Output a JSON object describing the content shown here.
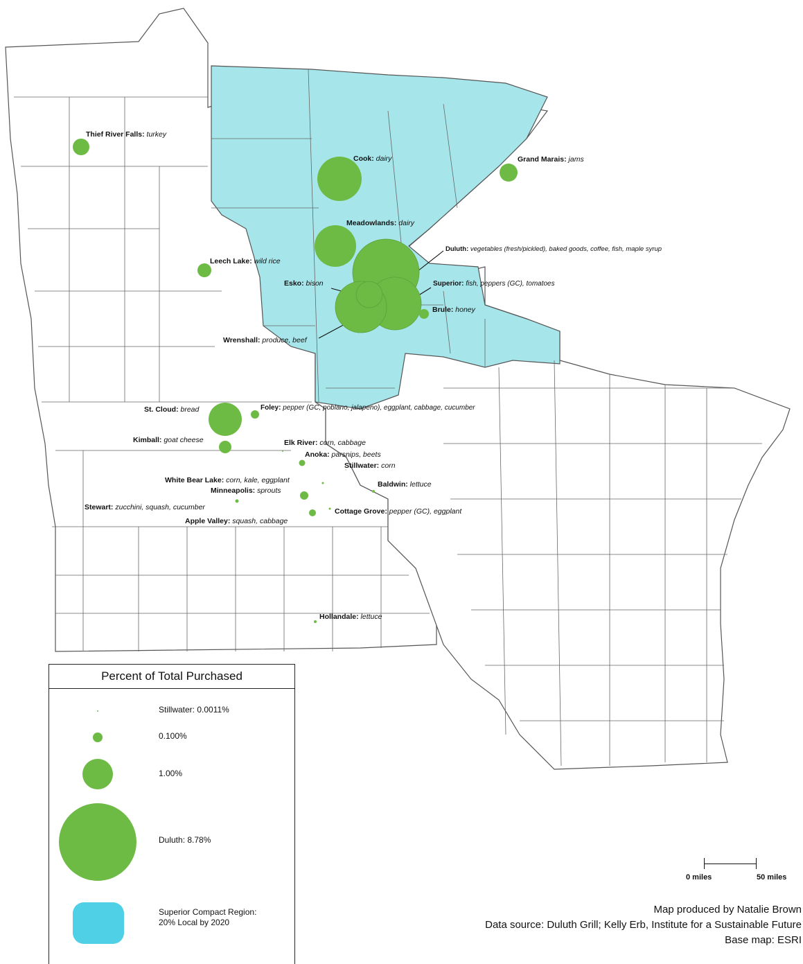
{
  "labels": {
    "thief_river_falls": {
      "name": "Thief River Falls:",
      "products": "turkey"
    },
    "cook": {
      "name": "Cook:",
      "products": "dairy"
    },
    "grand_marais": {
      "name": "Grand Marais:",
      "products": "jams"
    },
    "meadowlands": {
      "name": "Meadowlands:",
      "products": "dairy"
    },
    "duluth": {
      "name": "Duluth:",
      "products": "vegetables (fresh/pickled), baked goods, coffee, fish, maple syrup"
    },
    "leech_lake": {
      "name": "Leech Lake:",
      "products": "wild rice"
    },
    "esko": {
      "name": "Esko:",
      "products": "bison"
    },
    "superior": {
      "name": "Superior:",
      "products": "fish, peppers (GC), tomatoes"
    },
    "brule": {
      "name": "Brule:",
      "products": "honey"
    },
    "wrenshall": {
      "name": "Wrenshall:",
      "products": "produce, beef"
    },
    "st_cloud": {
      "name": "St. Cloud:",
      "products": "bread"
    },
    "foley": {
      "name": "Foley:",
      "products": "pepper (GC, poblano, jalapeno), eggplant, cabbage, cucumber"
    },
    "kimball": {
      "name": "Kimball:",
      "products": "goat cheese"
    },
    "elk_river": {
      "name": "Elk River:",
      "products": "corn, cabbage"
    },
    "anoka": {
      "name": "Anoka:",
      "products": "parsnips, beets"
    },
    "stillwater": {
      "name": "Stillwater:",
      "products": "corn"
    },
    "white_bear_lake": {
      "name": "White Bear Lake:",
      "products": "corn, kale, eggplant"
    },
    "baldwin": {
      "name": "Baldwin:",
      "products": "lettuce"
    },
    "minneapolis": {
      "name": "Minneapolis:",
      "products": "sprouts"
    },
    "stewart": {
      "name": "Stewart:",
      "products": "zucchini, squash, cucumber"
    },
    "cottage_grove": {
      "name": "Cottage Grove:",
      "products": "pepper (GC), eggplant"
    },
    "apple_valley": {
      "name": "Apple Valley:",
      "products": "squash, cabbage"
    },
    "hollandale": {
      "name": "Hollandale:",
      "products": "lettuce"
    }
  },
  "legend": {
    "title": "Percent of Total Purchased",
    "items": [
      {
        "label": "Stillwater: 0.0011%",
        "percent": 0.0011
      },
      {
        "label": "0.100%",
        "percent": 0.1
      },
      {
        "label": "1.00%",
        "percent": 1.0
      },
      {
        "label": "Duluth: 8.78%",
        "percent": 8.78
      }
    ],
    "region_line1": "Superior Compact Region:",
    "region_line2": "20% Local by 2020"
  },
  "scale": {
    "left": "0 miles",
    "right": "50 miles"
  },
  "credits": {
    "line1": "Map produced by Natalie Brown",
    "line2": "Data source: Duluth Grill; Kelly Erb, Institute for a Sustainable Future",
    "line3": "Base map: ESRI"
  },
  "colors": {
    "bubble": "#6dbb45",
    "region": "#a6e5ea",
    "boundary": "#555555"
  }
}
